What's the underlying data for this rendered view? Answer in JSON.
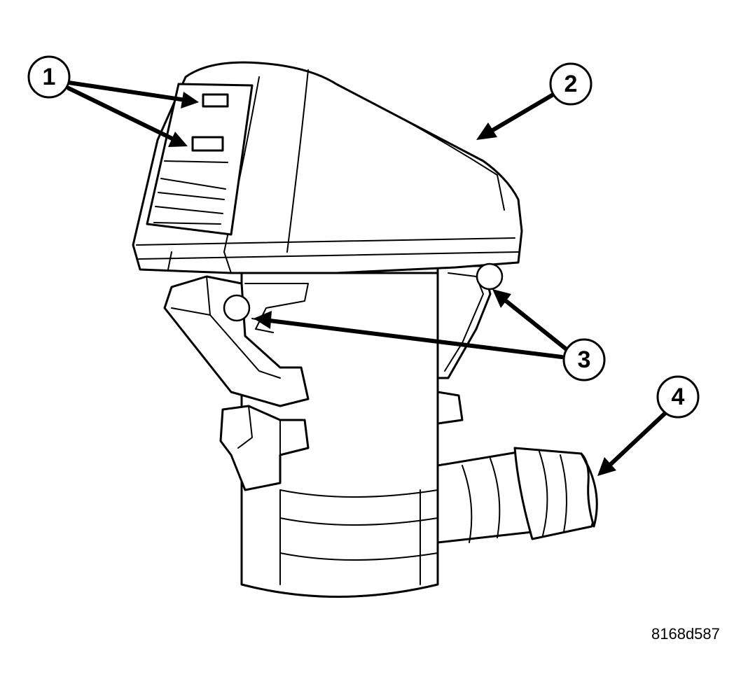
{
  "callouts": [
    {
      "id": "1",
      "label": "1"
    },
    {
      "id": "2",
      "label": "2"
    },
    {
      "id": "3",
      "label": "3"
    },
    {
      "id": "4",
      "label": "4"
    }
  ],
  "figure_id": "8168d587",
  "colors": {
    "line": "#000000",
    "background": "#ffffff"
  }
}
